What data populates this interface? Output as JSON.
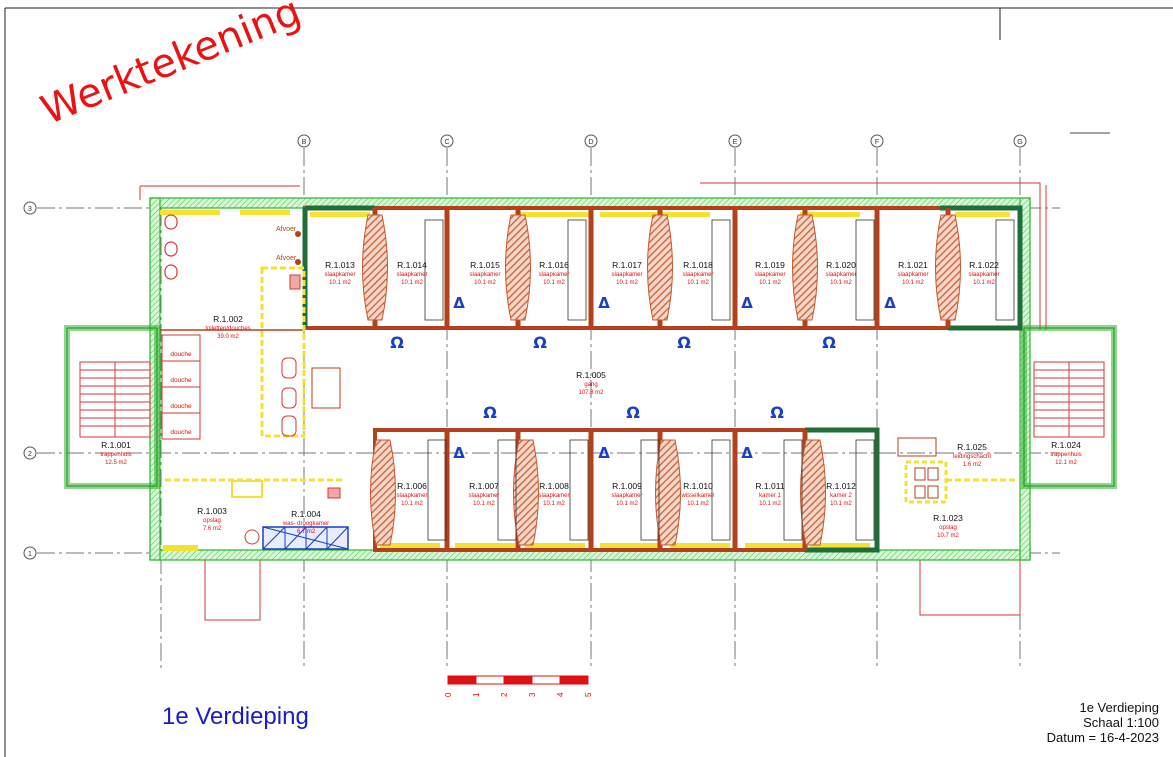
{
  "stamp": "Werktekening",
  "floor_title": "1e Verdieping",
  "titleblock": {
    "floor": "1e Verdieping",
    "scale": "Schaal 1:100",
    "date": "Datum = 16-4-2023"
  },
  "grid_lines": {
    "columns": [
      "B",
      "C",
      "D",
      "E",
      "F",
      "G"
    ],
    "rows": [
      "3",
      "2",
      "1"
    ]
  },
  "scale_bar": [
    "0",
    "1",
    "2",
    "3",
    "4",
    "5"
  ],
  "labels": {
    "afvoer": "Afvoer",
    "douche": "douche"
  },
  "rooms": [
    {
      "id": "R.1.013",
      "name": "slaapkamer",
      "area": "10.1 m2"
    },
    {
      "id": "R.1.014",
      "name": "slaapkamer",
      "area": "10.1 m2"
    },
    {
      "id": "R.1.015",
      "name": "slaapkamer",
      "area": "10.1 m2"
    },
    {
      "id": "R.1.016",
      "name": "slaapkamer",
      "area": "10.1 m2"
    },
    {
      "id": "R.1.017",
      "name": "slaapkamer",
      "area": "10.1 m2"
    },
    {
      "id": "R.1.018",
      "name": "slaapkamer",
      "area": "10.1 m2"
    },
    {
      "id": "R.1.019",
      "name": "slaapkamer",
      "area": "10.1 m2"
    },
    {
      "id": "R.1.020",
      "name": "slaapkamer",
      "area": "10.1 m2"
    },
    {
      "id": "R.1.021",
      "name": "slaapkamer",
      "area": "10.1 m2"
    },
    {
      "id": "R.1.022",
      "name": "slaapkamer",
      "area": "10.1 m2"
    },
    {
      "id": "R.1.006",
      "name": "slaapkamer",
      "area": "10.1 m2"
    },
    {
      "id": "R.1.007",
      "name": "slaapkamer",
      "area": "10.1 m2"
    },
    {
      "id": "R.1.008",
      "name": "slaapkamer",
      "area": "10.1 m2"
    },
    {
      "id": "R.1.009",
      "name": "slaapkamer",
      "area": "10.1 m2"
    },
    {
      "id": "R.1.010",
      "name": "wisselkamer",
      "area": "10.1 m2"
    },
    {
      "id": "R.1.011",
      "name": "kamer 1",
      "area": "10.1 m2"
    },
    {
      "id": "R.1.012",
      "name": "kamer 2",
      "area": "10.1 m2"
    },
    {
      "id": "R.1.001",
      "name": "trappenhuis",
      "area": "12.5 m2"
    },
    {
      "id": "R.1.002",
      "name": "toiletten/douches",
      "area": "39.0 m2"
    },
    {
      "id": "R.1.003",
      "name": "opslag",
      "area": "7.6 m2"
    },
    {
      "id": "R.1.004",
      "name": "was- droogkamer",
      "area": "6.7 m2"
    },
    {
      "id": "R.1.005",
      "name": "gang",
      "area": "107.8 m2"
    },
    {
      "id": "R.1.023",
      "name": "opslag",
      "area": "10.7 m2"
    },
    {
      "id": "R.1.024",
      "name": "trappenhuis",
      "area": "12.1 m2"
    },
    {
      "id": "R.1.025",
      "name": "leidingschacht",
      "area": "1.6 m2"
    }
  ],
  "symbols": {
    "omega": "Ω",
    "delta": "Δ"
  },
  "colors": {
    "wall": "#b5411c",
    "wall_green": "#1f6e3a",
    "facade_green": "#2fb52f",
    "facade_fill": "#c9f0c9",
    "yellow": "#f3e233",
    "hatch": "#c9582e",
    "red_text": "#e01010",
    "blue": "#1a3fc4",
    "grid": "#555555"
  }
}
